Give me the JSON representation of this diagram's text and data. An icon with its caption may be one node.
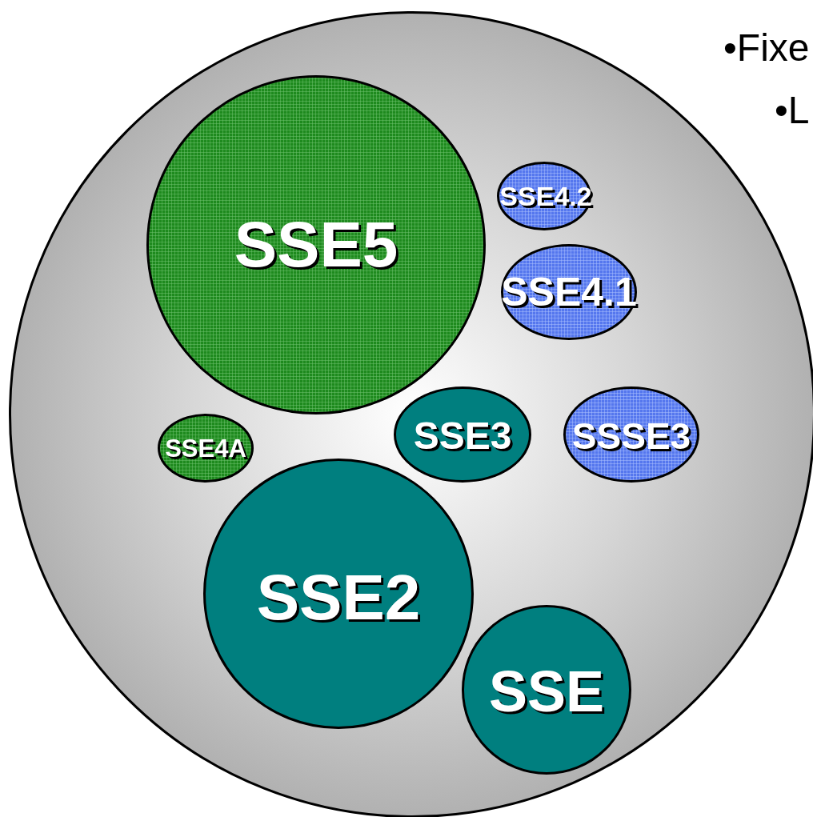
{
  "diagram": {
    "nodes": [
      {
        "text": [],
        "shape": "circle"
      },
      {
        "text": [
          "SSE5"
        ],
        "in": 0
      },
      {
        "text": [
          "SSE4.2"
        ],
        "in": 0
      },
      {
        "text": [
          "SSE4.1"
        ],
        "in": 0
      },
      {
        "text": [
          "SSE4A"
        ],
        "in": 0
      },
      {
        "text": [
          "SSE3"
        ],
        "in": 0
      },
      {
        "text": [
          "SSSE3"
        ],
        "in": 0
      },
      {
        "text": [
          "SSE2"
        ],
        "in": 0
      },
      {
        "text": [
          "SSE"
        ],
        "in": 0
      }
    ],
    "labels": [
      "•Fixe",
      "•L"
    ]
  }
}
